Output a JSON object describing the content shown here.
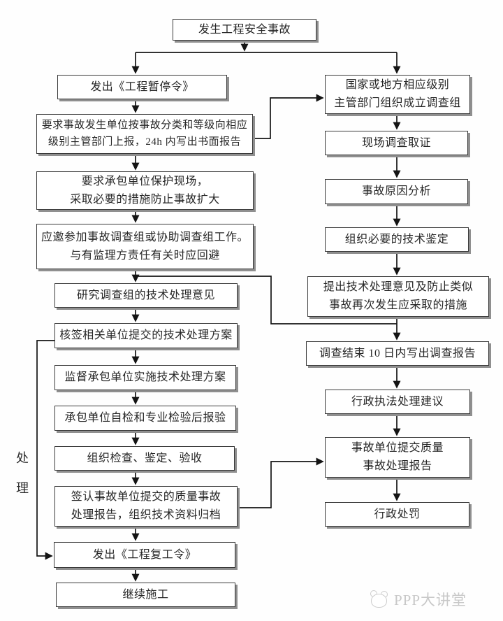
{
  "nodes": {
    "t1": {
      "lines": [
        "发生工程安全事故"
      ]
    },
    "l1": {
      "lines": [
        "发出《工程暂停令》"
      ]
    },
    "l2": {
      "lines": [
        "要求事故发生单位按事故分类和等级向相应",
        "级别主管部门上报，24h 内写出书面报告"
      ]
    },
    "l3": {
      "lines": [
        "要求承包单位保护现场，",
        "采取必要的措施防止事故扩大"
      ]
    },
    "l4": {
      "lines": [
        "应邀参加事故调查组或协助调查组工作。",
        "与有监理方责任有关时应回避"
      ]
    },
    "l5": {
      "lines": [
        "研究调查组的技术处理意见"
      ]
    },
    "l6": {
      "lines": [
        "核签相关单位提交的技术处理方案"
      ]
    },
    "l7": {
      "lines": [
        "监督承包单位实施技术处理方案"
      ]
    },
    "l8": {
      "lines": [
        "承包单位自检和专业检验后报验"
      ]
    },
    "l9": {
      "lines": [
        "组织检查、鉴定、验收"
      ]
    },
    "l10": {
      "lines": [
        "签认事故单位提交的质量事故",
        "处理报告，组织技术资料归档"
      ]
    },
    "l11": {
      "lines": [
        "发出《工程复工令》"
      ]
    },
    "l12": {
      "lines": [
        "继续施工"
      ]
    },
    "r1": {
      "lines": [
        "国家或地方相应级别",
        "主管部门组织成立调查组"
      ]
    },
    "r2": {
      "lines": [
        "现场调查取证"
      ]
    },
    "r3": {
      "lines": [
        "事故原因分析"
      ]
    },
    "r4": {
      "lines": [
        "组织必要的技术鉴定"
      ]
    },
    "r5": {
      "lines": [
        "提出技术处理意见及防止类似",
        "事故再次发生应采取的措施"
      ]
    },
    "r6": {
      "lines": [
        "调查结束 10 日内写出调查报告"
      ]
    },
    "r7": {
      "lines": [
        "行政执法处理建议"
      ]
    },
    "r8": {
      "lines": [
        "事故单位提交质量",
        "事故处理报告"
      ]
    },
    "r9": {
      "lines": [
        "行政处罚"
      ]
    }
  },
  "side_label": {
    "chars": [
      "处",
      "理"
    ]
  },
  "watermark": {
    "text": "PPP大讲堂"
  },
  "edges": [
    {
      "from": "t1",
      "to": "l1"
    },
    {
      "from": "t1",
      "to": "r1"
    },
    {
      "from": "l1",
      "to": "l2"
    },
    {
      "from": "l2",
      "to": "l3"
    },
    {
      "from": "l2",
      "to": "r1"
    },
    {
      "from": "l3",
      "to": "l4"
    },
    {
      "from": "l4",
      "to": "l5"
    },
    {
      "from": "l5",
      "to": "l6"
    },
    {
      "from": "l6",
      "to": "l7"
    },
    {
      "from": "l6",
      "to": "l11"
    },
    {
      "from": "l7",
      "to": "l8"
    },
    {
      "from": "l8",
      "to": "l9"
    },
    {
      "from": "l9",
      "to": "l10"
    },
    {
      "from": "l10",
      "to": "l11"
    },
    {
      "from": "l10",
      "to": "r8"
    },
    {
      "from": "l11",
      "to": "l12"
    },
    {
      "from": "r1",
      "to": "r2"
    },
    {
      "from": "r2",
      "to": "r3"
    },
    {
      "from": "r3",
      "to": "r4"
    },
    {
      "from": "r4",
      "to": "r5"
    },
    {
      "from": "r5",
      "to": "r6"
    },
    {
      "from": "r5",
      "to": "l5"
    },
    {
      "from": "r6",
      "to": "r7"
    },
    {
      "from": "r7",
      "to": "r8"
    },
    {
      "from": "r8",
      "to": "r9"
    }
  ],
  "colors": {
    "line": "#141414",
    "box_border": "#3a3a3a",
    "box_shadow": "#8f8f8f",
    "text": "#262626",
    "watermark": "#c8c8c8"
  }
}
